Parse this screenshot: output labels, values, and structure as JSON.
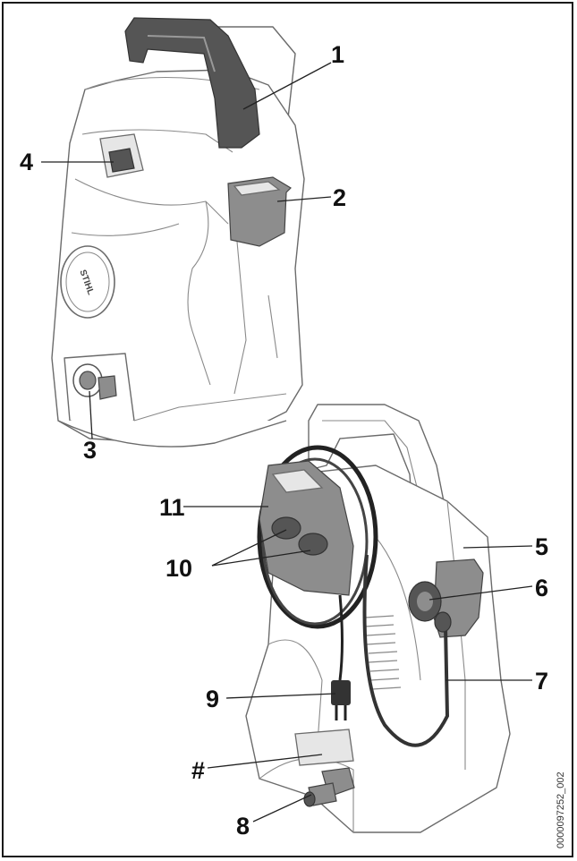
{
  "callouts": {
    "c1": "1",
    "c2": "2",
    "c3": "3",
    "c4": "4",
    "c5": "5",
    "c6": "6",
    "c7": "7",
    "c8": "8",
    "c9": "9",
    "c10": "10",
    "c11": "11",
    "hash": "#"
  },
  "logo_text": "STIHL",
  "doc_id": "0000097252_002",
  "colors": {
    "outline": "#6b6b6b",
    "handle": "#555555",
    "holder": "#8d8d8d",
    "text": "#111111"
  }
}
